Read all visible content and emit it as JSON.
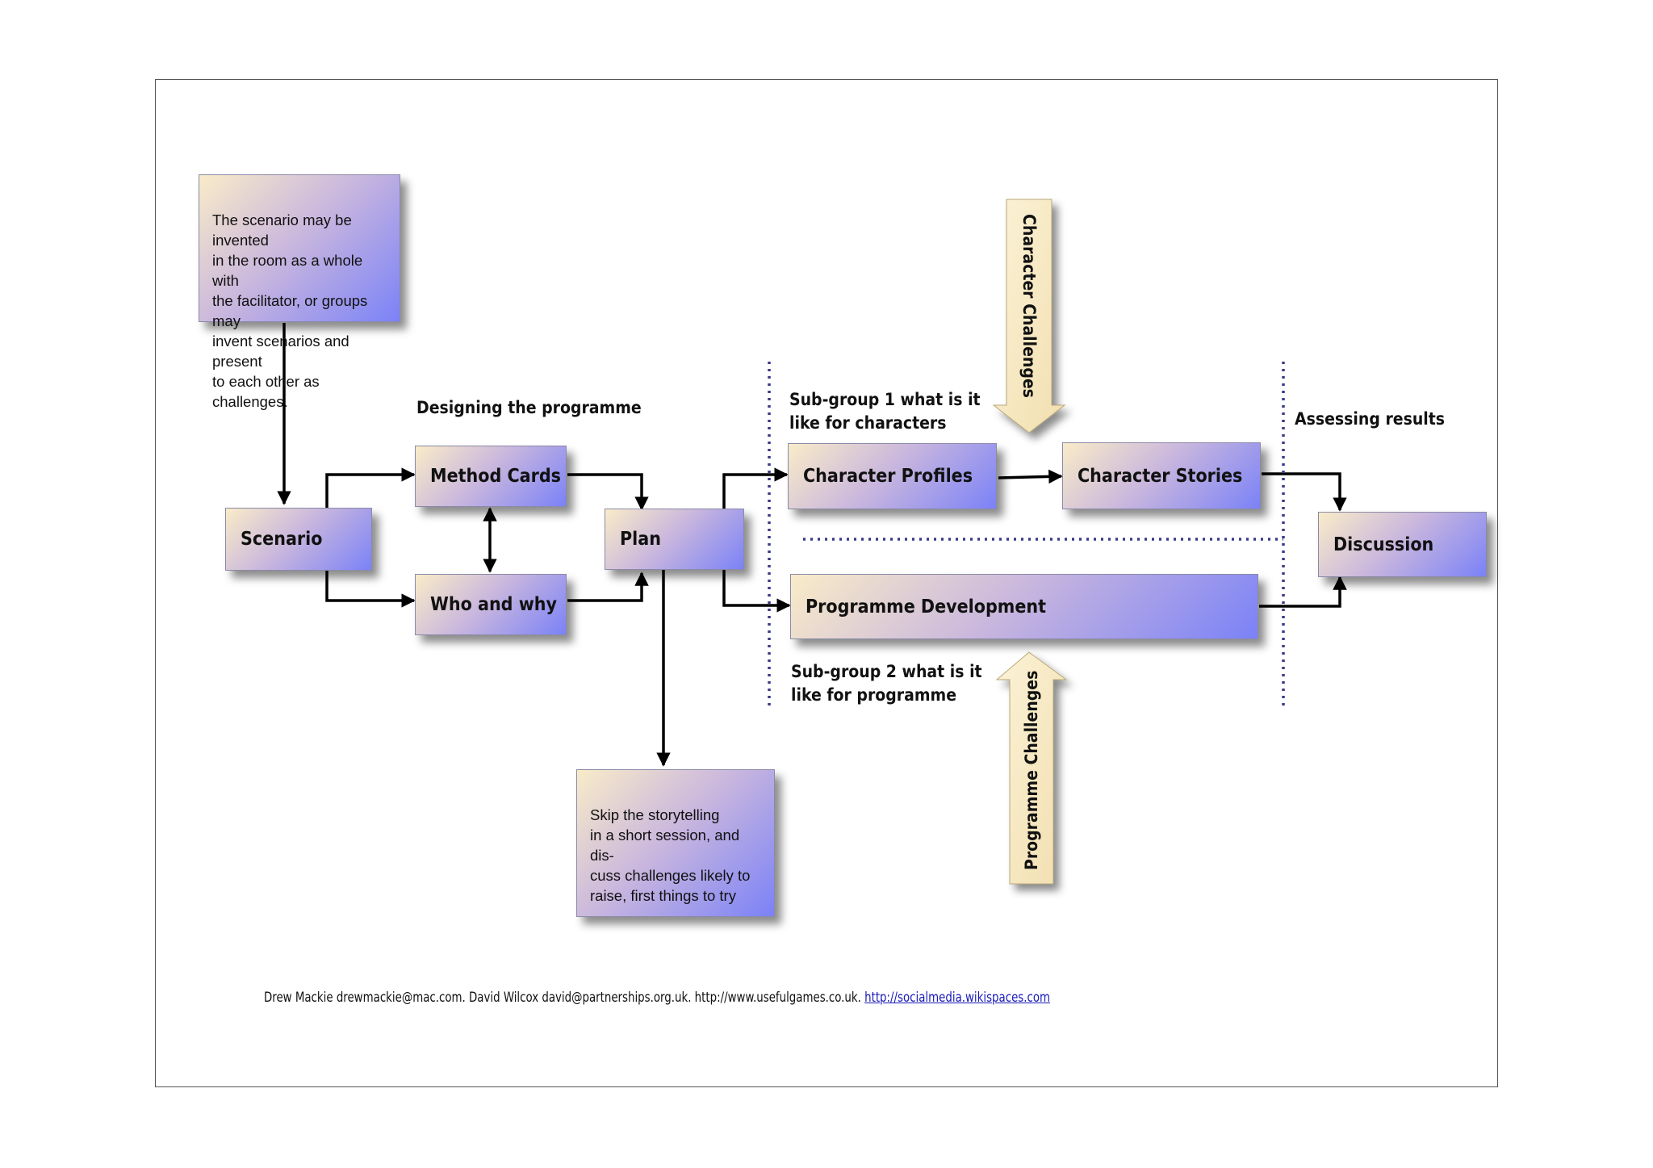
{
  "notes": {
    "scenario_note": "The scenario may be invented\nin the room as a whole with\nthe facilitator, or groups may\ninvent scenarios and present\nto each other as challenges.",
    "skip_note": "Skip the storytelling\nin a short session, and dis-\ncuss challenges likely to\nraise, first things to try"
  },
  "nodes": {
    "scenario": "Scenario",
    "method_cards": "Method Cards",
    "who_and_why": "Who and why",
    "plan": "Plan",
    "character_profiles": "Character Profiles",
    "character_stories": "Character Stories",
    "programme_development": "Programme Development",
    "discussion": "Discussion"
  },
  "labels": {
    "designing": "Designing the programme",
    "subgroup1": "Sub-group 1 what is it\nlike for characters",
    "subgroup2": "Sub-group 2 what is it\nlike for programme",
    "assessing": "Assessing results",
    "character_challenges": "Character Challenges",
    "programme_challenges": "Programme Challenges"
  },
  "footer": {
    "text": "Drew Mackie drewmackie@mac.com. David Wilcox david@partnerships.org.uk. http://www.usefulgames.co.uk. ",
    "link": "http://socialmedia.wikispaces.com"
  },
  "colors": {
    "box_gradient_start": "#f9ecc8",
    "box_gradient_end": "#7b82f7",
    "dotted_line": "#3a3a8a",
    "link": "#1a1ab8"
  }
}
